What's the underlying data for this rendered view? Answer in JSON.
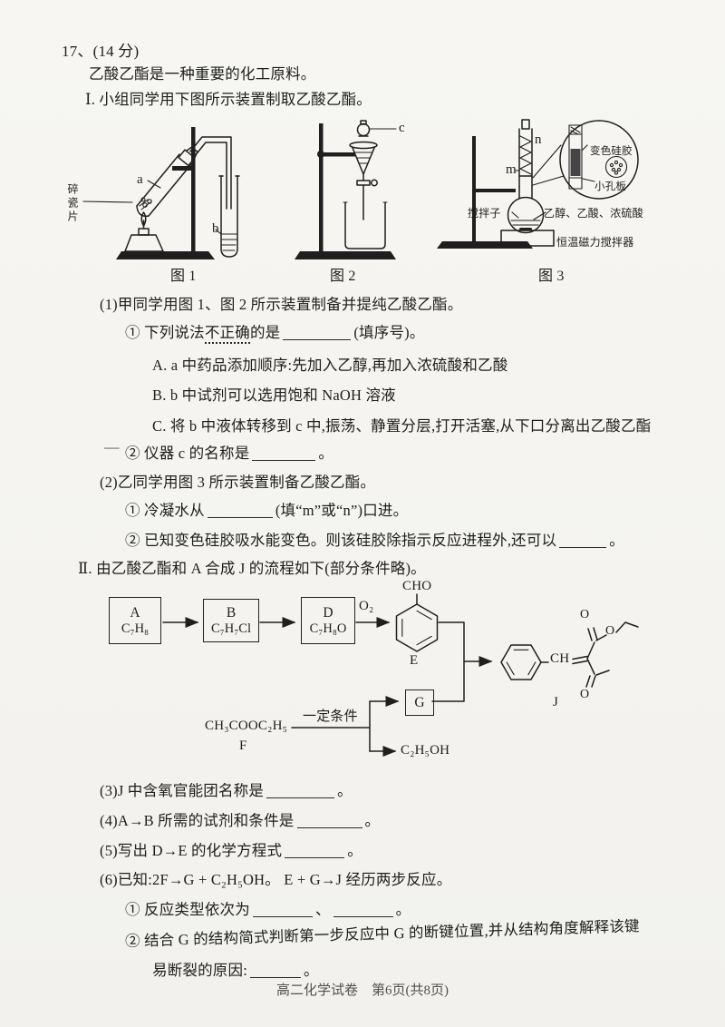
{
  "lines": {
    "q_no": "17、(14 分)",
    "intro": "乙酸乙酯是一种重要的化工原料。",
    "part1": "Ⅰ. 小组同学用下图所示装置制取乙酸乙酯。",
    "q1": "(1)甲同学用图 1、图 2 所示装置制备并提纯乙酸乙酯。",
    "q1_1_a": "① 下列说法",
    "q1_1_emph": "不正确",
    "q1_1_b": "的是",
    "q1_1_c": "(填序号)。",
    "opt_a": "A. a 中药品添加顺序:先加入乙醇,再加入浓硫酸和乙酸",
    "opt_b": "B. b 中试剂可以选用饱和 NaOH 溶液",
    "opt_c": "C. 将 b 中液体转移到 c 中,振荡、静置分层,打开活塞,从下口分离出乙酸乙酯",
    "stray_dash": "—",
    "q1_2_a": "② 仪器 c 的名称是",
    "q2": "(2)乙同学用图 3 所示装置制备乙酸乙酯。",
    "q2_1_a": "① 冷凝水从",
    "q2_1_b": "(填“m”或“n”)口进。",
    "q2_2_a": "② 已知变色硅胶吸水能变色。则该硅胶除指示反应进程外,还可以",
    "part2": "Ⅱ. 由乙酸乙酯和 A 合成 J 的流程如下(部分条件略)。",
    "q3_a": "(3)J 中含氧官能团名称是",
    "q4_a": "(4)A→B 所需的试剂和条件是",
    "q5_a": "(5)写出 D→E 的化学方程式",
    "q6": "(6)已知:2F→G + C₂H₅OH。 E + G→J 经历两步反应。",
    "q6_1_a": "① 反应类型依次为",
    "q6_1_sep": "、",
    "q6_2": "② 结合 G 的结构简式判断第一步反应中 G 的断键位置,并从结构角度解释该键",
    "q6_2b": "易断裂的原因:",
    "period": "。"
  },
  "figures": {
    "fig1_caption": "图 1",
    "fig2_caption": "图 2",
    "fig3_caption": "图 3",
    "label_a": "a",
    "label_b": "b",
    "label_c": "c",
    "label_m": "m",
    "label_n": "n",
    "porcelain": "碎瓷片",
    "stir_bar": "搅拌子",
    "mixture": "乙醇、乙酸、浓硫酸",
    "stirrer": "恒温磁力搅拌器",
    "silica": "变色硅胶",
    "hole_plate": "小孔板"
  },
  "flowchart": {
    "box_a_letter": "A",
    "box_a_formula": "C₇H₈",
    "box_b_letter": "B",
    "box_b_formula": "C₇H₇Cl",
    "box_d_letter": "D",
    "box_d_formula": "C₇H₈O",
    "o2": "O₂",
    "cho": "CHO",
    "e_label": "E",
    "g_label": "G",
    "j_label": "J",
    "ch": "CH",
    "atom_o": "O",
    "condition": "一定条件",
    "f_formula": "CH₃COOC₂H₅",
    "f_label": "F",
    "ethanol": "C₂H₅OH"
  },
  "footer": "高二化学试卷　第6页(共8页)"
}
